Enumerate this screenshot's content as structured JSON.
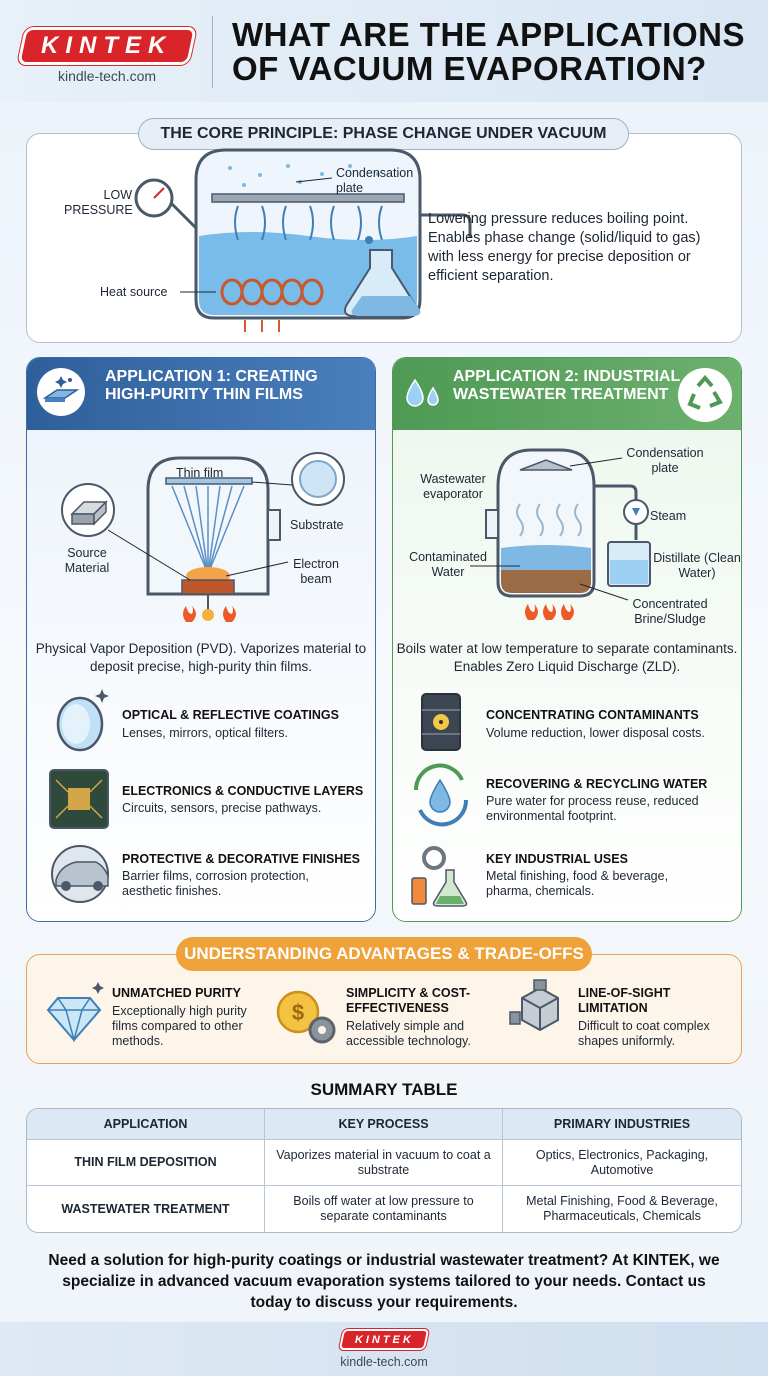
{
  "header": {
    "logo_text": "KINTEK",
    "url": "kindle-tech.com",
    "title": "WHAT ARE THE APPLICATIONS OF VACUUM EVAPORATION?"
  },
  "core": {
    "heading": "THE CORE PRINCIPLE: PHASE CHANGE UNDER VACUUM",
    "label_pressure": "LOW PRESSURE",
    "label_plate": "Condensation plate",
    "label_heat": "Heat source",
    "text": "Lowering pressure reduces boiling point. Enables phase change (solid/liquid to gas) with less energy for precise deposition or efficient separation."
  },
  "app1": {
    "title": "APPLICATION 1: CREATING HIGH-PURITY THIN FILMS",
    "labels": {
      "thin_film": "Thin film",
      "substrate": "Substrate",
      "source": "Source Material",
      "beam": "Electron beam"
    },
    "description": "Physical Vapor Deposition (PVD). Vaporizes material to deposit precise, high-purity thin films.",
    "items": [
      {
        "title": "OPTICAL & REFLECTIVE COATINGS",
        "text": "Lenses, mirrors, optical filters."
      },
      {
        "title": "ELECTRONICS & CONDUCTIVE LAYERS",
        "text": "Circuits, sensors, precise pathways."
      },
      {
        "title": "PROTECTIVE & DECORATIVE FINISHES",
        "text": "Barrier films, corrosion protection, aesthetic finishes."
      }
    ]
  },
  "app2": {
    "title": "APPLICATION 2: INDUSTRIAL WASTEWATER TREATMENT",
    "labels": {
      "plate": "Condensation plate",
      "evaporator": "Wastewater evaporator",
      "steam": "Steam",
      "contaminated": "Contaminated Water",
      "distillate": "Distillate (Clean Water)",
      "brine": "Concentrated Brine/Sludge"
    },
    "description": "Boils water at low temperature to separate contaminants. Enables Zero Liquid Discharge (ZLD).",
    "items": [
      {
        "title": "CONCENTRATING CONTAMINANTS",
        "text": "Volume reduction, lower disposal costs."
      },
      {
        "title": "RECOVERING & RECYCLING WATER",
        "text": "Pure water for process reuse, reduced environmental footprint."
      },
      {
        "title": "KEY INDUSTRIAL USES",
        "text": "Metal finishing, food & beverage, pharma, chemicals."
      }
    ]
  },
  "advantages": {
    "heading": "UNDERSTANDING ADVANTAGES & TRADE-OFFS",
    "items": [
      {
        "title": "UNMATCHED PURITY",
        "text": "Exceptionally high purity films compared to other methods."
      },
      {
        "title": "SIMPLICITY & COST-EFFECTIVENESS",
        "text": "Relatively simple and accessible technology."
      },
      {
        "title": "LINE-OF-SIGHT LIMITATION",
        "text": "Difficult to coat complex shapes uniformly."
      }
    ]
  },
  "summary": {
    "title": "SUMMARY TABLE",
    "headers": [
      "APPLICATION",
      "KEY PROCESS",
      "PRIMARY INDUSTRIES"
    ],
    "rows": [
      [
        "THIN FILM DEPOSITION",
        "Vaporizes material in vacuum to coat a substrate",
        "Optics, Electronics, Packaging, Automotive"
      ],
      [
        "WASTEWATER TREATMENT",
        "Boils off water at low pressure to separate contaminants",
        "Metal Finishing, Food & Beverage, Pharmaceuticals, Chemicals"
      ]
    ]
  },
  "cta": {
    "text": "Need a solution for high-purity coatings or industrial wastewater treatment? At KINTEK, we specialize in advanced vacuum evaporation systems tailored to your needs. Contact us today to discuss your requirements."
  },
  "footer": {
    "logo_text": "KINTEK",
    "url": "kindle-tech.com"
  },
  "colors": {
    "brand_red": "#d9252a",
    "app1_blue": "#3b6ea8",
    "app2_green": "#4f9a57",
    "accent_orange": "#f0a23a"
  }
}
